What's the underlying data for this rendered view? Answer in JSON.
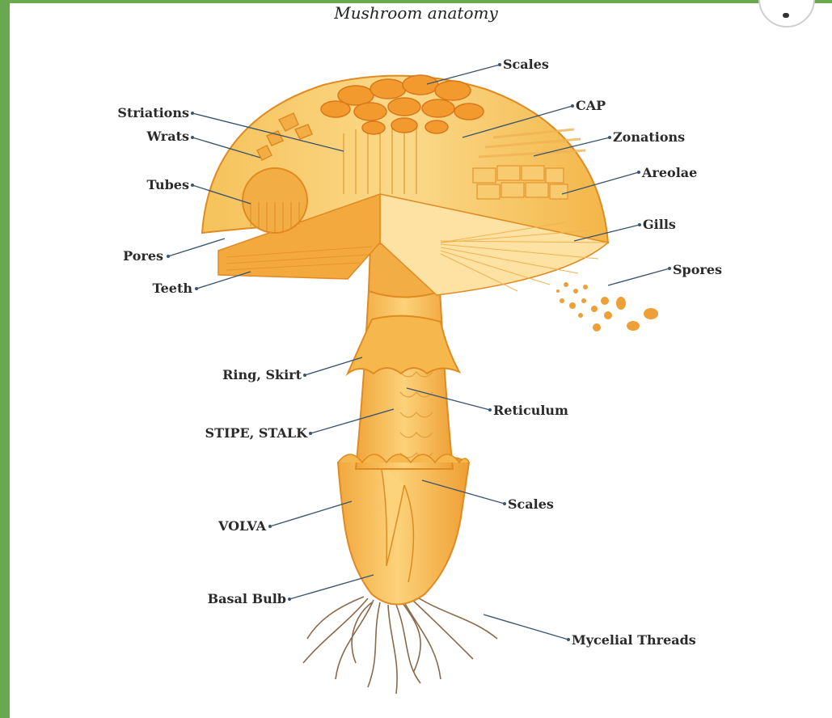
{
  "title": "Mushroom anatomy",
  "labels": {
    "scales_top": "Scales",
    "cap": "CAP",
    "zonations": "Zonations",
    "areolae": "Areolae",
    "gills": "Gills",
    "spores": "Spores",
    "striations": "Striations",
    "wrats": "Wrats",
    "tubes": "Tubes",
    "pores": "Pores",
    "teeth": "Teeth",
    "ring_skirt": "Ring, Skirt",
    "reticulum": "Reticulum",
    "stipe_stalk": "STIPE, STALK",
    "volva": "VOLVA",
    "scales_bottom": "Scales",
    "basal_bulb": "Basal Bulb",
    "mycelial_threads": "Mycelial Threads"
  },
  "colors": {
    "frame": "#6aa84f",
    "cap_light": "#fbd98a",
    "cap_mid": "#f5b94a",
    "cap_dark": "#e8912a",
    "leader": "#3a5570"
  }
}
